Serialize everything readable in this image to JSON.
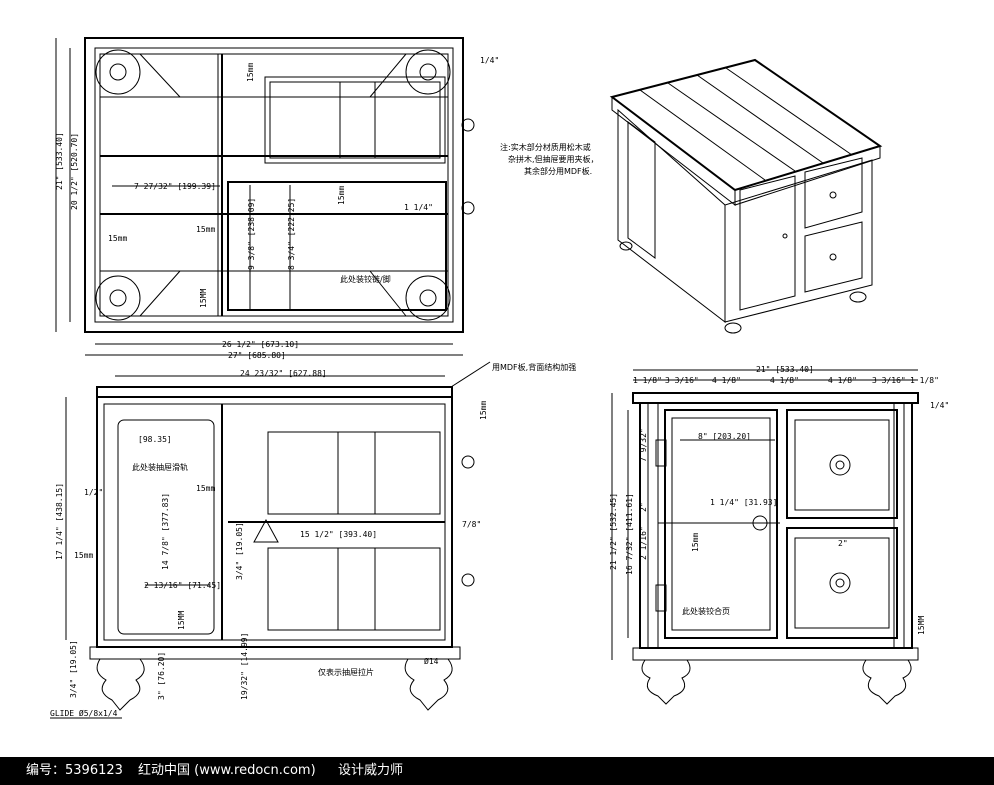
{
  "note": {
    "line1": "注:实木部分材质用松木或",
    "line2": "杂拼木,但抽屉要用夹板，",
    "line3": "其余部分用MDF板."
  },
  "top_view": {
    "overall_depth": "21\" [533.40]",
    "inner_depth": "20 1/2\" [520.70]",
    "rail_15mm_top": "15mm",
    "bay_width": "7 27/32\" [199.39]",
    "gap_left": "15mm",
    "gap_mid": "15mm",
    "dim_a": "9 3/8\" [238.09]",
    "dim_b": "8 3/4\" [222.25]",
    "gap_right": "15mm",
    "knob_offset": "1 1/4\"",
    "gap_bottom": "15MM",
    "inner_width": "26 1/2\" [673.10]",
    "overall_width": "27\" [685.80]",
    "top_offset": "1/4\"",
    "callout": "此处装铰链/脚"
  },
  "front_view": {
    "top_width": "24 23/32\" [627.88]",
    "mdf_note": "用MDF板,背面结构加强",
    "right_gap": "15mm",
    "angle_dim": "[98.35]",
    "slide_note": "此处装抽屉滑轨",
    "height": "17 1/4\" [438.15]",
    "half_inch": "1/2\"",
    "inner_height": "14 7/8\" [377.83]",
    "mid_gap": "15mm",
    "drawer_width": "15 1/2\" [393.40]",
    "shelf_dim": "3/4\" [19.05]",
    "bay_dim": "2 13/16\" [71.45]",
    "left_gap": "15mm",
    "bottom_gap": "15MM",
    "drawer_offset": "7/8\"",
    "base_dim": "3/4\" [19.05]",
    "foot_height": "3\" [76.20]",
    "plinth_dim": "19/32\" [14.99]",
    "pull_note": "仅表示抽屉拉片",
    "glide": "GLIDE Ø5/8x1/4",
    "foot_dia": "Ø14"
  },
  "side_view": {
    "overall_width": "21\" [533.40]",
    "segments": [
      "1 1/8\"",
      "3 3/16\"",
      "4 1/8\"",
      "4 1/8\"",
      "4 1/8\"",
      "3 3/16\"",
      "1 1/8\""
    ],
    "door_width": "8\" [203.20]",
    "knob_dim": "1 1/4\" [31.93]",
    "overall_height": "21 1/2\" [532.45]",
    "door_height": "16 7/32\" [411.61]",
    "hinge_top": "7 9/32\"",
    "hinge_gap_a": "2\"",
    "hinge_gap_b": "2 1/16\"",
    "rail_gap": "15mm",
    "hinge_note": "此处装铰合页",
    "drawer_gap": "2\"",
    "bottom_gap": "15MM",
    "top_offset": "1/4\""
  },
  "footer": {
    "id_label": "编号：5396123",
    "site": "红动中国 (www.redocn.com)",
    "author": "设计威力师"
  }
}
